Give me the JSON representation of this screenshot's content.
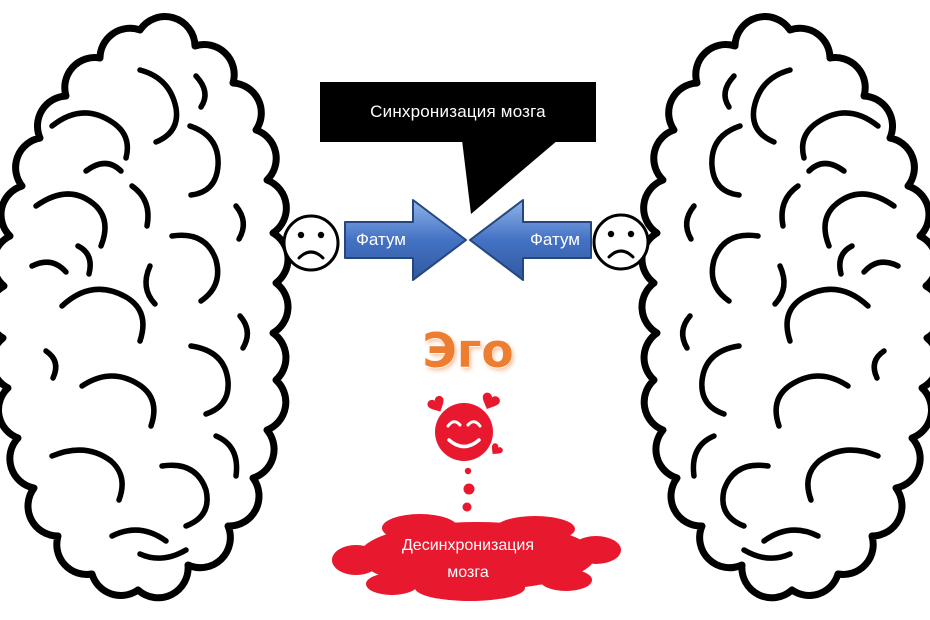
{
  "bubble": {
    "text": "Синхронизация мозга"
  },
  "arrows": {
    "left": {
      "label": "Фатум"
    },
    "right": {
      "label": "Фатум"
    }
  },
  "ego": {
    "text": "Эго"
  },
  "splat": {
    "line1": "Десинхронизация",
    "line2": "мозга"
  },
  "icons": {
    "left_brain": "brain-left-hemisphere-icon",
    "right_brain": "brain-right-hemisphere-icon",
    "left_face": "sad-face-icon",
    "right_face": "sad-face-icon",
    "love_face": "smiling-face-with-hearts-icon",
    "drips": "drip-dots",
    "splat": "red-splat-blob",
    "bubble": "speech-bubble"
  },
  "colors": {
    "arrow_blue_light": "#8FB4EA",
    "arrow_blue": "#4472C4",
    "arrow_blue_dark": "#30599E",
    "red": "#E8192E",
    "orange": "#ED7D31",
    "bubble_black": "#000000",
    "text_white": "#FFFFFF"
  }
}
